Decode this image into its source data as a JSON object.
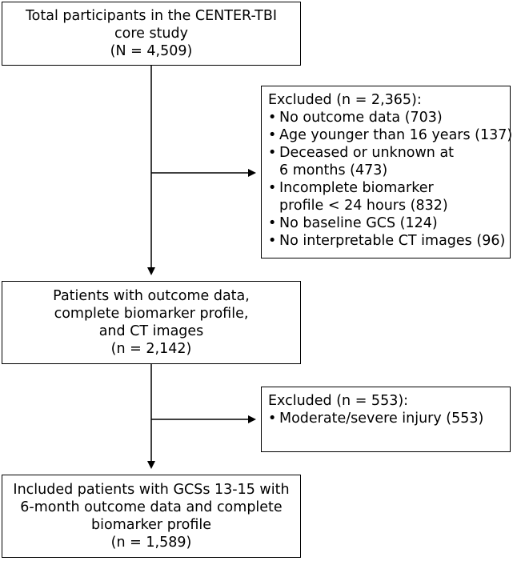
{
  "boxes": {
    "total": {
      "lines": [
        "Total participants in the CENTER-TBI",
        "core study",
        "(N = 4,509)"
      ]
    },
    "excluded1": {
      "title": "Excluded (n = 2,365):",
      "items": [
        {
          "lines": [
            "No outcome data (703)"
          ]
        },
        {
          "lines": [
            "Age younger than 16 years (137)"
          ]
        },
        {
          "lines": [
            "Deceased or unknown at",
            "6 months (473)"
          ]
        },
        {
          "lines": [
            "Incomplete biomarker",
            "profile < 24 hours (832)"
          ]
        },
        {
          "lines": [
            "No baseline GCS (124)"
          ]
        },
        {
          "lines": [
            "No interpretable CT images (96)"
          ]
        }
      ]
    },
    "outcome": {
      "lines": [
        "Patients with outcome data,",
        "complete biomarker profile,",
        "and CT images",
        "(n = 2,142)"
      ]
    },
    "excluded2": {
      "title": "Excluded (n = 553):",
      "items": [
        {
          "lines": [
            "Moderate/severe injury (553)"
          ]
        }
      ]
    },
    "included": {
      "lines": [
        "Included patients with GCSs 13-15 with",
        "6-month outcome data and complete",
        "biomarker profile",
        "(n = 1,589)"
      ]
    }
  }
}
